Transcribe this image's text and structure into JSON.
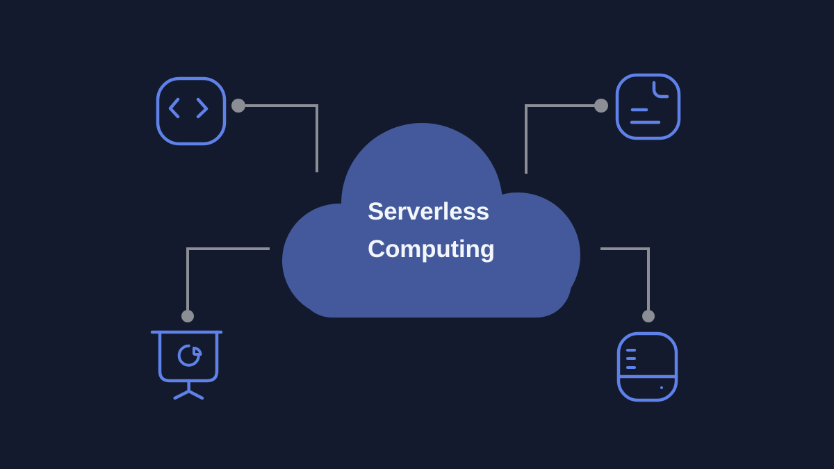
{
  "title": {
    "line1": "Serverless",
    "line2": "Computing"
  },
  "colors": {
    "background": "#141A2D",
    "cloud": "#43599C",
    "icon": "#5F81EA",
    "connector": "#8B8E94",
    "title_text": "#F3F6FA"
  },
  "icons": [
    {
      "name": "code-icon",
      "position": "top-left"
    },
    {
      "name": "document-icon",
      "position": "top-right"
    },
    {
      "name": "presentation-chart-icon",
      "position": "bottom-left"
    },
    {
      "name": "server-icon",
      "position": "bottom-right"
    }
  ]
}
